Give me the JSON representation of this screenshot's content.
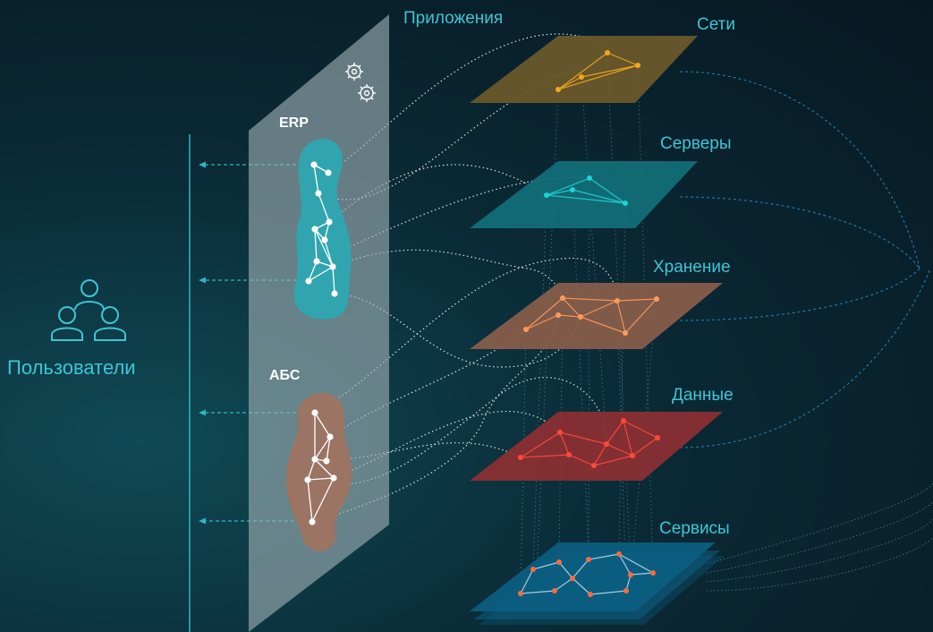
{
  "diagram": {
    "users": {
      "label": "Пользователи",
      "icon": "users-group-icon"
    },
    "applications_panel": {
      "title": "Приложения",
      "icon": "gears-icon",
      "apps": [
        {
          "id": "erp",
          "label": "ERP",
          "color": "#2aa8b4"
        },
        {
          "id": "abs",
          "label": "АБС",
          "color": "#a0735f"
        }
      ]
    },
    "layers": [
      {
        "id": "networks",
        "label": "Сети",
        "color": "#6e5a2a",
        "node_color": "#f2a81d"
      },
      {
        "id": "servers",
        "label": "Серверы",
        "color": "#127078",
        "node_color": "#1ed3d8"
      },
      {
        "id": "storage",
        "label": "Хранение",
        "color": "#8a5e4a",
        "node_color": "#ff9a5c"
      },
      {
        "id": "data",
        "label": "Данные",
        "color": "#8e2f33",
        "node_color": "#ff4a3a"
      },
      {
        "id": "services",
        "label": "Сервисы",
        "color": "#0c5e82",
        "node_color": "#ff6a3a"
      }
    ],
    "colors": {
      "accent": "#3fc4d4",
      "background": "#071d28",
      "panel": "#8a9aa0"
    }
  }
}
